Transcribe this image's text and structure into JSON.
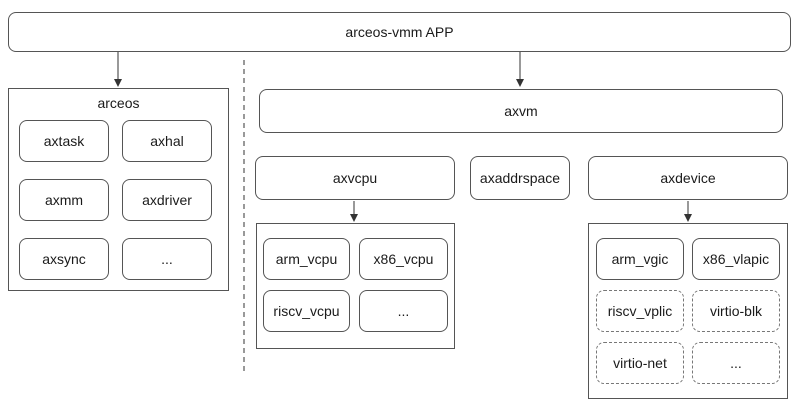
{
  "app": {
    "label": "arceos-vmm APP"
  },
  "arceos": {
    "title": "arceos",
    "modules": [
      "axtask",
      "axhal",
      "axmm",
      "axdriver",
      "axsync",
      "..."
    ]
  },
  "axvm": {
    "label": "axvm"
  },
  "axvcpu": {
    "label": "axvcpu",
    "children": [
      "arm_vcpu",
      "x86_vcpu",
      "riscv_vcpu",
      "..."
    ]
  },
  "axaddrspace": {
    "label": "axaddrspace"
  },
  "axdevice": {
    "label": "axdevice",
    "children": [
      {
        "label": "arm_vgic",
        "style": "solid"
      },
      {
        "label": "x86_vlapic",
        "style": "solid"
      },
      {
        "label": "riscv_vplic",
        "style": "dashed"
      },
      {
        "label": "virtio-blk",
        "style": "dashed"
      },
      {
        "label": "virtio-net",
        "style": "dashed"
      },
      {
        "label": "...",
        "style": "dashed"
      }
    ]
  },
  "colors": {
    "stroke": "#555555",
    "dashed_stroke": "#777777",
    "background": "#ffffff"
  }
}
